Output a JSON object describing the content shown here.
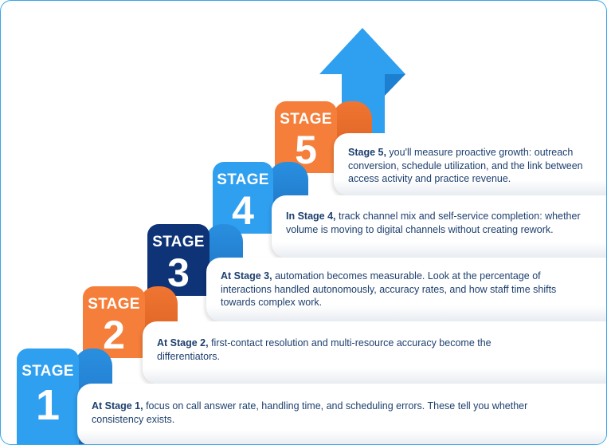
{
  "colors": {
    "light_blue": "#2f9ff0",
    "orange": "#f47e3a",
    "navy": "#0f3377",
    "text": "#1d3f6e",
    "arrow": "#2f9ff0"
  },
  "stages": [
    {
      "word": "STAGE",
      "number": "1",
      "lead": "At Stage 1,",
      "text": " focus on call answer rate, handling time, and scheduling errors. These tell you whether consistency exists."
    },
    {
      "word": "STAGE",
      "number": "2",
      "lead": "At Stage 2,",
      "text": " first-contact resolution and multi-resource accuracy become the differentiators."
    },
    {
      "word": "STAGE",
      "number": "3",
      "lead": "At Stage 3,",
      "text": " automation becomes measurable. Look at the percentage of interactions handled autonomously, accuracy rates, and how staff time shifts towards complex work."
    },
    {
      "word": "STAGE",
      "number": "4",
      "lead": "In Stage 4,",
      "text": " track channel mix and self-service completion: whether volume is moving to digital channels without creating rework."
    },
    {
      "word": "STAGE",
      "number": "5",
      "lead": "Stage 5,",
      "text": " you'll measure proactive growth: outreach conversion, schedule utilization, and the link between access activity and practice revenue."
    }
  ],
  "icons": {
    "growth_arrow": "arrow-up-icon"
  }
}
